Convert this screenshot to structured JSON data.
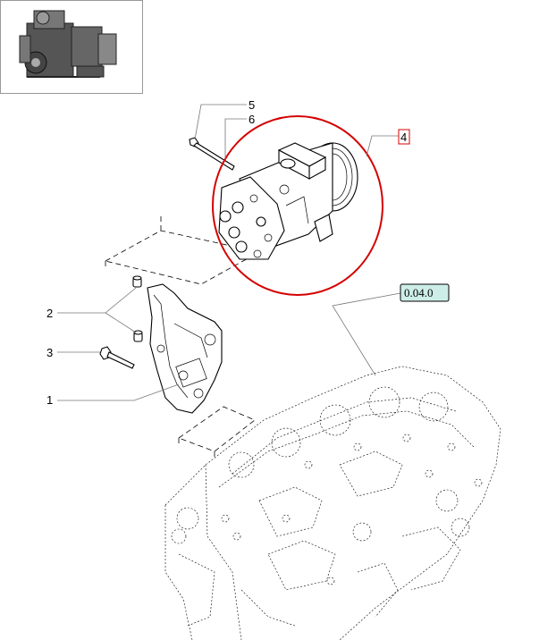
{
  "callouts": {
    "c1": "1",
    "c2": "2",
    "c3": "3",
    "c4": "4",
    "c5": "5",
    "c6": "6"
  },
  "reference": {
    "label": "0.04.0",
    "fill": "#cdeee8",
    "border": "#000000"
  },
  "highlight": {
    "color": "#d40000"
  }
}
